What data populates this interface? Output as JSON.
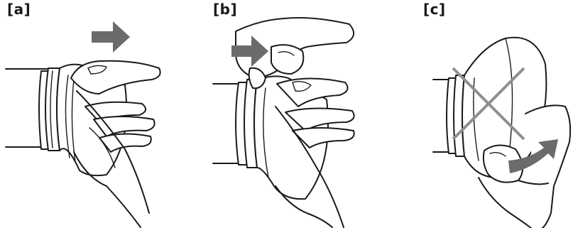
{
  "panels": [
    {
      "label": "[a]",
      "arrow_color": "#6b6b6b"
    },
    {
      "label": "[b]",
      "arrow_color": "#6b6b6b"
    },
    {
      "label": "[c]",
      "arrow_color": "#6b6b6b",
      "cross_color": "#8f8f8f"
    }
  ]
}
